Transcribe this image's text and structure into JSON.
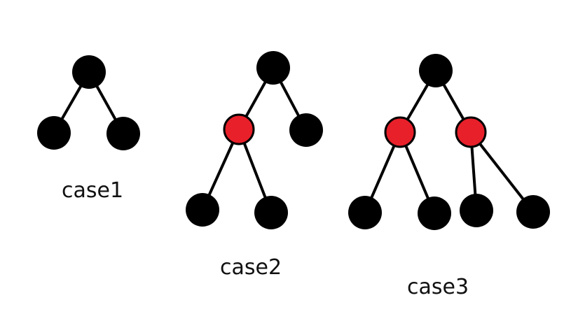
{
  "colors": {
    "node_default": "#000000",
    "node_highlight": "#e8202a",
    "edge": "#000000",
    "text": "#111111"
  },
  "cases": [
    {
      "label": "case1",
      "nodes": [
        {
          "id": "root",
          "color": "black"
        },
        {
          "id": "left",
          "color": "black"
        },
        {
          "id": "right",
          "color": "black"
        }
      ],
      "edges": [
        [
          "root",
          "left"
        ],
        [
          "root",
          "right"
        ]
      ]
    },
    {
      "label": "case2",
      "nodes": [
        {
          "id": "root",
          "color": "black"
        },
        {
          "id": "left",
          "color": "red"
        },
        {
          "id": "right",
          "color": "black"
        },
        {
          "id": "left-left",
          "color": "black"
        },
        {
          "id": "left-right",
          "color": "black"
        }
      ],
      "edges": [
        [
          "root",
          "left"
        ],
        [
          "root",
          "right"
        ],
        [
          "left",
          "left-left"
        ],
        [
          "left",
          "left-right"
        ]
      ]
    },
    {
      "label": "case3",
      "nodes": [
        {
          "id": "root",
          "color": "black"
        },
        {
          "id": "left",
          "color": "red"
        },
        {
          "id": "right",
          "color": "red"
        },
        {
          "id": "left-left",
          "color": "black"
        },
        {
          "id": "left-right",
          "color": "black"
        },
        {
          "id": "right-left",
          "color": "black"
        },
        {
          "id": "right-right",
          "color": "black"
        }
      ],
      "edges": [
        [
          "root",
          "left"
        ],
        [
          "root",
          "right"
        ],
        [
          "left",
          "left-left"
        ],
        [
          "left",
          "left-right"
        ],
        [
          "right",
          "right-left"
        ],
        [
          "right",
          "right-right"
        ]
      ]
    }
  ]
}
